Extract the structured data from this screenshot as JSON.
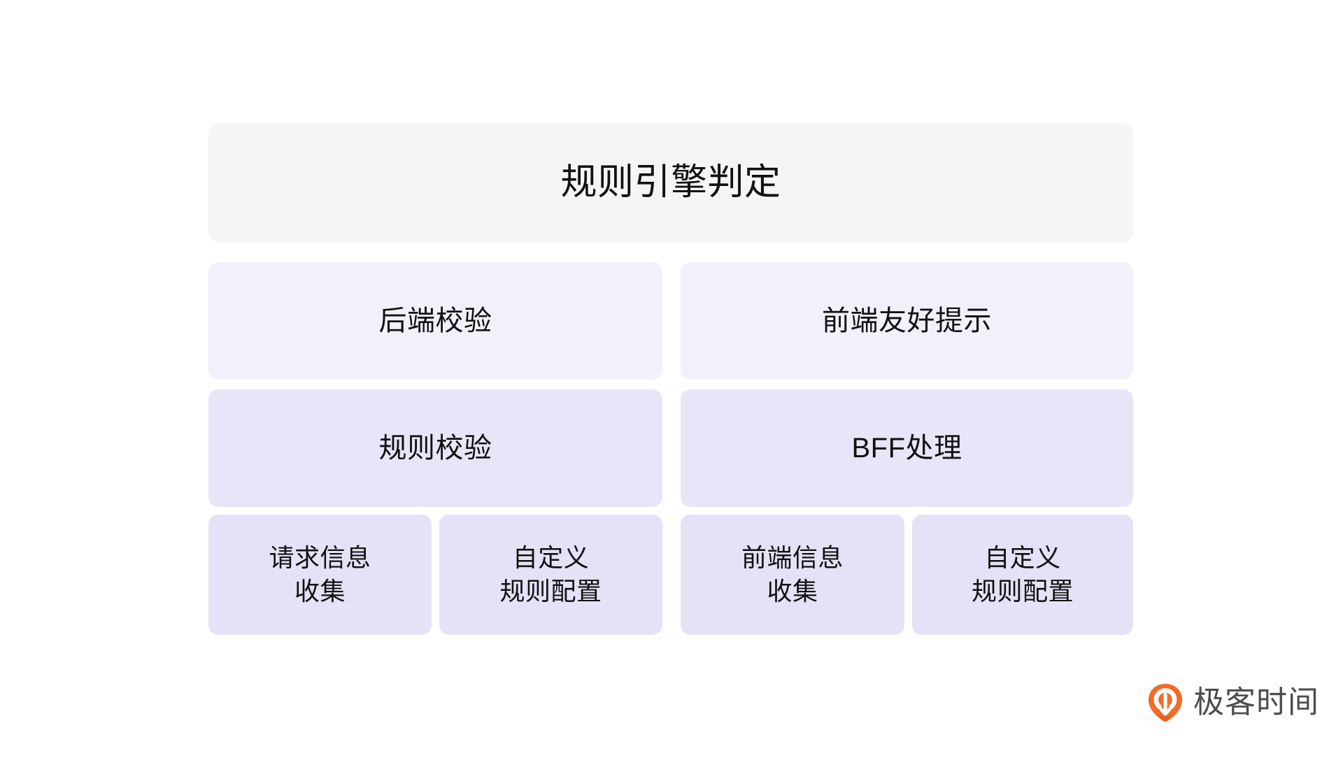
{
  "diagram": {
    "type": "hierarchy",
    "title": {
      "label": "规则引擎判定",
      "bg_color": "#f5f5f4"
    },
    "columns": [
      {
        "id": "backend",
        "tier1": {
          "label": "后端校验",
          "bg_color": "#f1f1fb"
        },
        "tier2": {
          "label": "规则校验",
          "bg_color": "#e7e6f8"
        },
        "tier3": [
          {
            "label": "请求信息\n收集",
            "bg_color": "#e3e2f6"
          },
          {
            "label": "自定义\n规则配置",
            "bg_color": "#e3e2f6"
          }
        ]
      },
      {
        "id": "frontend",
        "tier1": {
          "label": "前端友好提示",
          "bg_color": "#f1f1fb"
        },
        "tier2": {
          "label": "BFF处理",
          "bg_color": "#e7e6f8"
        },
        "tier3": [
          {
            "label": "前端信息\n收集",
            "bg_color": "#e3e2f6"
          },
          {
            "label": "自定义\n规则配置",
            "bg_color": "#e3e2f6"
          }
        ]
      }
    ]
  },
  "brand": {
    "name": "极客时间",
    "icon": "geektime-pin-icon",
    "accent_color": "#f26b27",
    "accent_color_dark": "#e8601c",
    "text_color": "#4d4d4d"
  },
  "page": {
    "background": "#ffffff",
    "text_color": "#111111"
  }
}
